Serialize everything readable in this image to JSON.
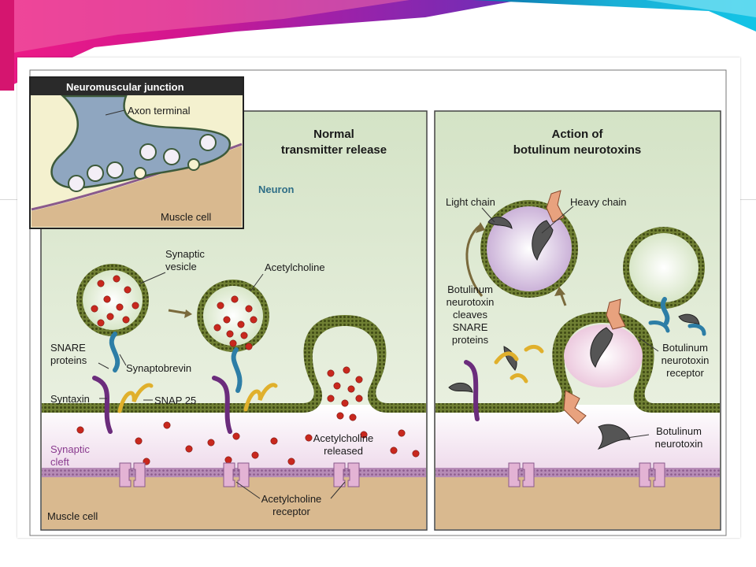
{
  "colors": {
    "banner_magenta": "#e5137c",
    "banner_teal": "#1aa3c7",
    "neuron_green": "#dfe9d3",
    "cleft_pink": "#f1e1ef",
    "muscle_tan": "#d9b98f",
    "membrane_green": "#5d6b2a",
    "acetylcholine_red": "#c8281e",
    "snare_blue": "#2d7ea6",
    "snare_purple": "#6b2c7c",
    "snare_yellow": "#e0b02c",
    "toxin_gray": "#555555",
    "heavy_chain_peach": "#e8a27e"
  },
  "inset": {
    "title": "Neuromuscular junction",
    "axon_label": "Axon terminal",
    "muscle_label": "Muscle cell"
  },
  "left_panel": {
    "title_line1": "Normal",
    "title_line2": "transmitter release",
    "neuron_label": "Neuron",
    "synaptic_vesicle_line1": "Synaptic",
    "synaptic_vesicle_line2": "vesicle",
    "acetylcholine": "Acetylcholine",
    "snare_line1": "SNARE",
    "snare_line2": "proteins",
    "synaptobrevin": "Synaptobrevin",
    "syntaxin": "Syntaxin",
    "snap25": "SNAP 25",
    "synaptic_cleft_line1": "Synaptic",
    "synaptic_cleft_line2": "cleft",
    "ach_released_line1": "Acetylcholine",
    "ach_released_line2": "released",
    "ach_receptor_line1": "Acetylcholine",
    "ach_receptor_line2": "receptor",
    "muscle_cell": "Muscle cell"
  },
  "right_panel": {
    "title_line1": "Action of",
    "title_line2": "botulinum neurotoxins",
    "light_chain": "Light chain",
    "heavy_chain": "Heavy chain",
    "cleaves_line1": "Botulinum",
    "cleaves_line2": "neurotoxin",
    "cleaves_line3": "cleaves",
    "cleaves_line4": "SNARE",
    "cleaves_line5": "proteins",
    "receptor_line1": "Botulinum",
    "receptor_line2": "neurotoxin",
    "receptor_line3": "receptor",
    "toxin_line1": "Botulinum",
    "toxin_line2": "neurotoxin"
  }
}
